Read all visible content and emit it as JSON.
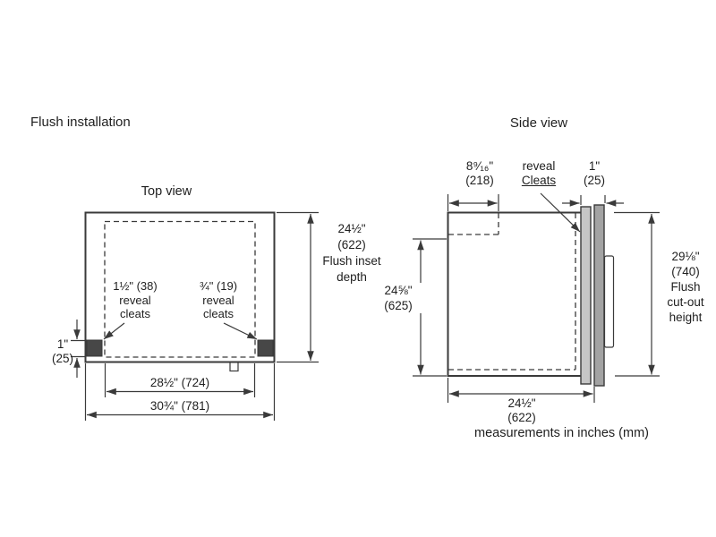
{
  "footer_note": "measurements in inches (mm)",
  "colors": {
    "line": "#3a3a3a",
    "cleat": "#474747",
    "frame_strip": "#c6c6c6",
    "door_strip": "#a3a3a3"
  },
  "top_view": {
    "heading": "Flush installation",
    "title": "Top view",
    "dim_inset": [
      "24½\"",
      "(622)",
      "Flush inset",
      "depth"
    ],
    "dim_cleat": [
      "1\"",
      "(25)"
    ],
    "reveal_left": [
      "1½\" (38)",
      "reveal",
      "cleats"
    ],
    "reveal_right": [
      "¾\" (19)",
      "reveal",
      "cleats"
    ],
    "dim_inner": "28½\" (724)",
    "dim_outer": "30¾\" (781)"
  },
  "side_view": {
    "title": "Side view",
    "dim_top": [
      "8⁹⁄₁₆\"",
      "(218)"
    ],
    "reveal": [
      "reveal",
      "Cleats"
    ],
    "dim_door": [
      "1\"",
      "(25)"
    ],
    "dim_left": [
      "24⅝\"",
      "(625)"
    ],
    "dim_cutout": [
      "29⅛\"",
      "(740)",
      "Flush",
      "cut-out",
      "height"
    ],
    "dim_bottom": [
      "24½\"",
      "(622)"
    ]
  }
}
